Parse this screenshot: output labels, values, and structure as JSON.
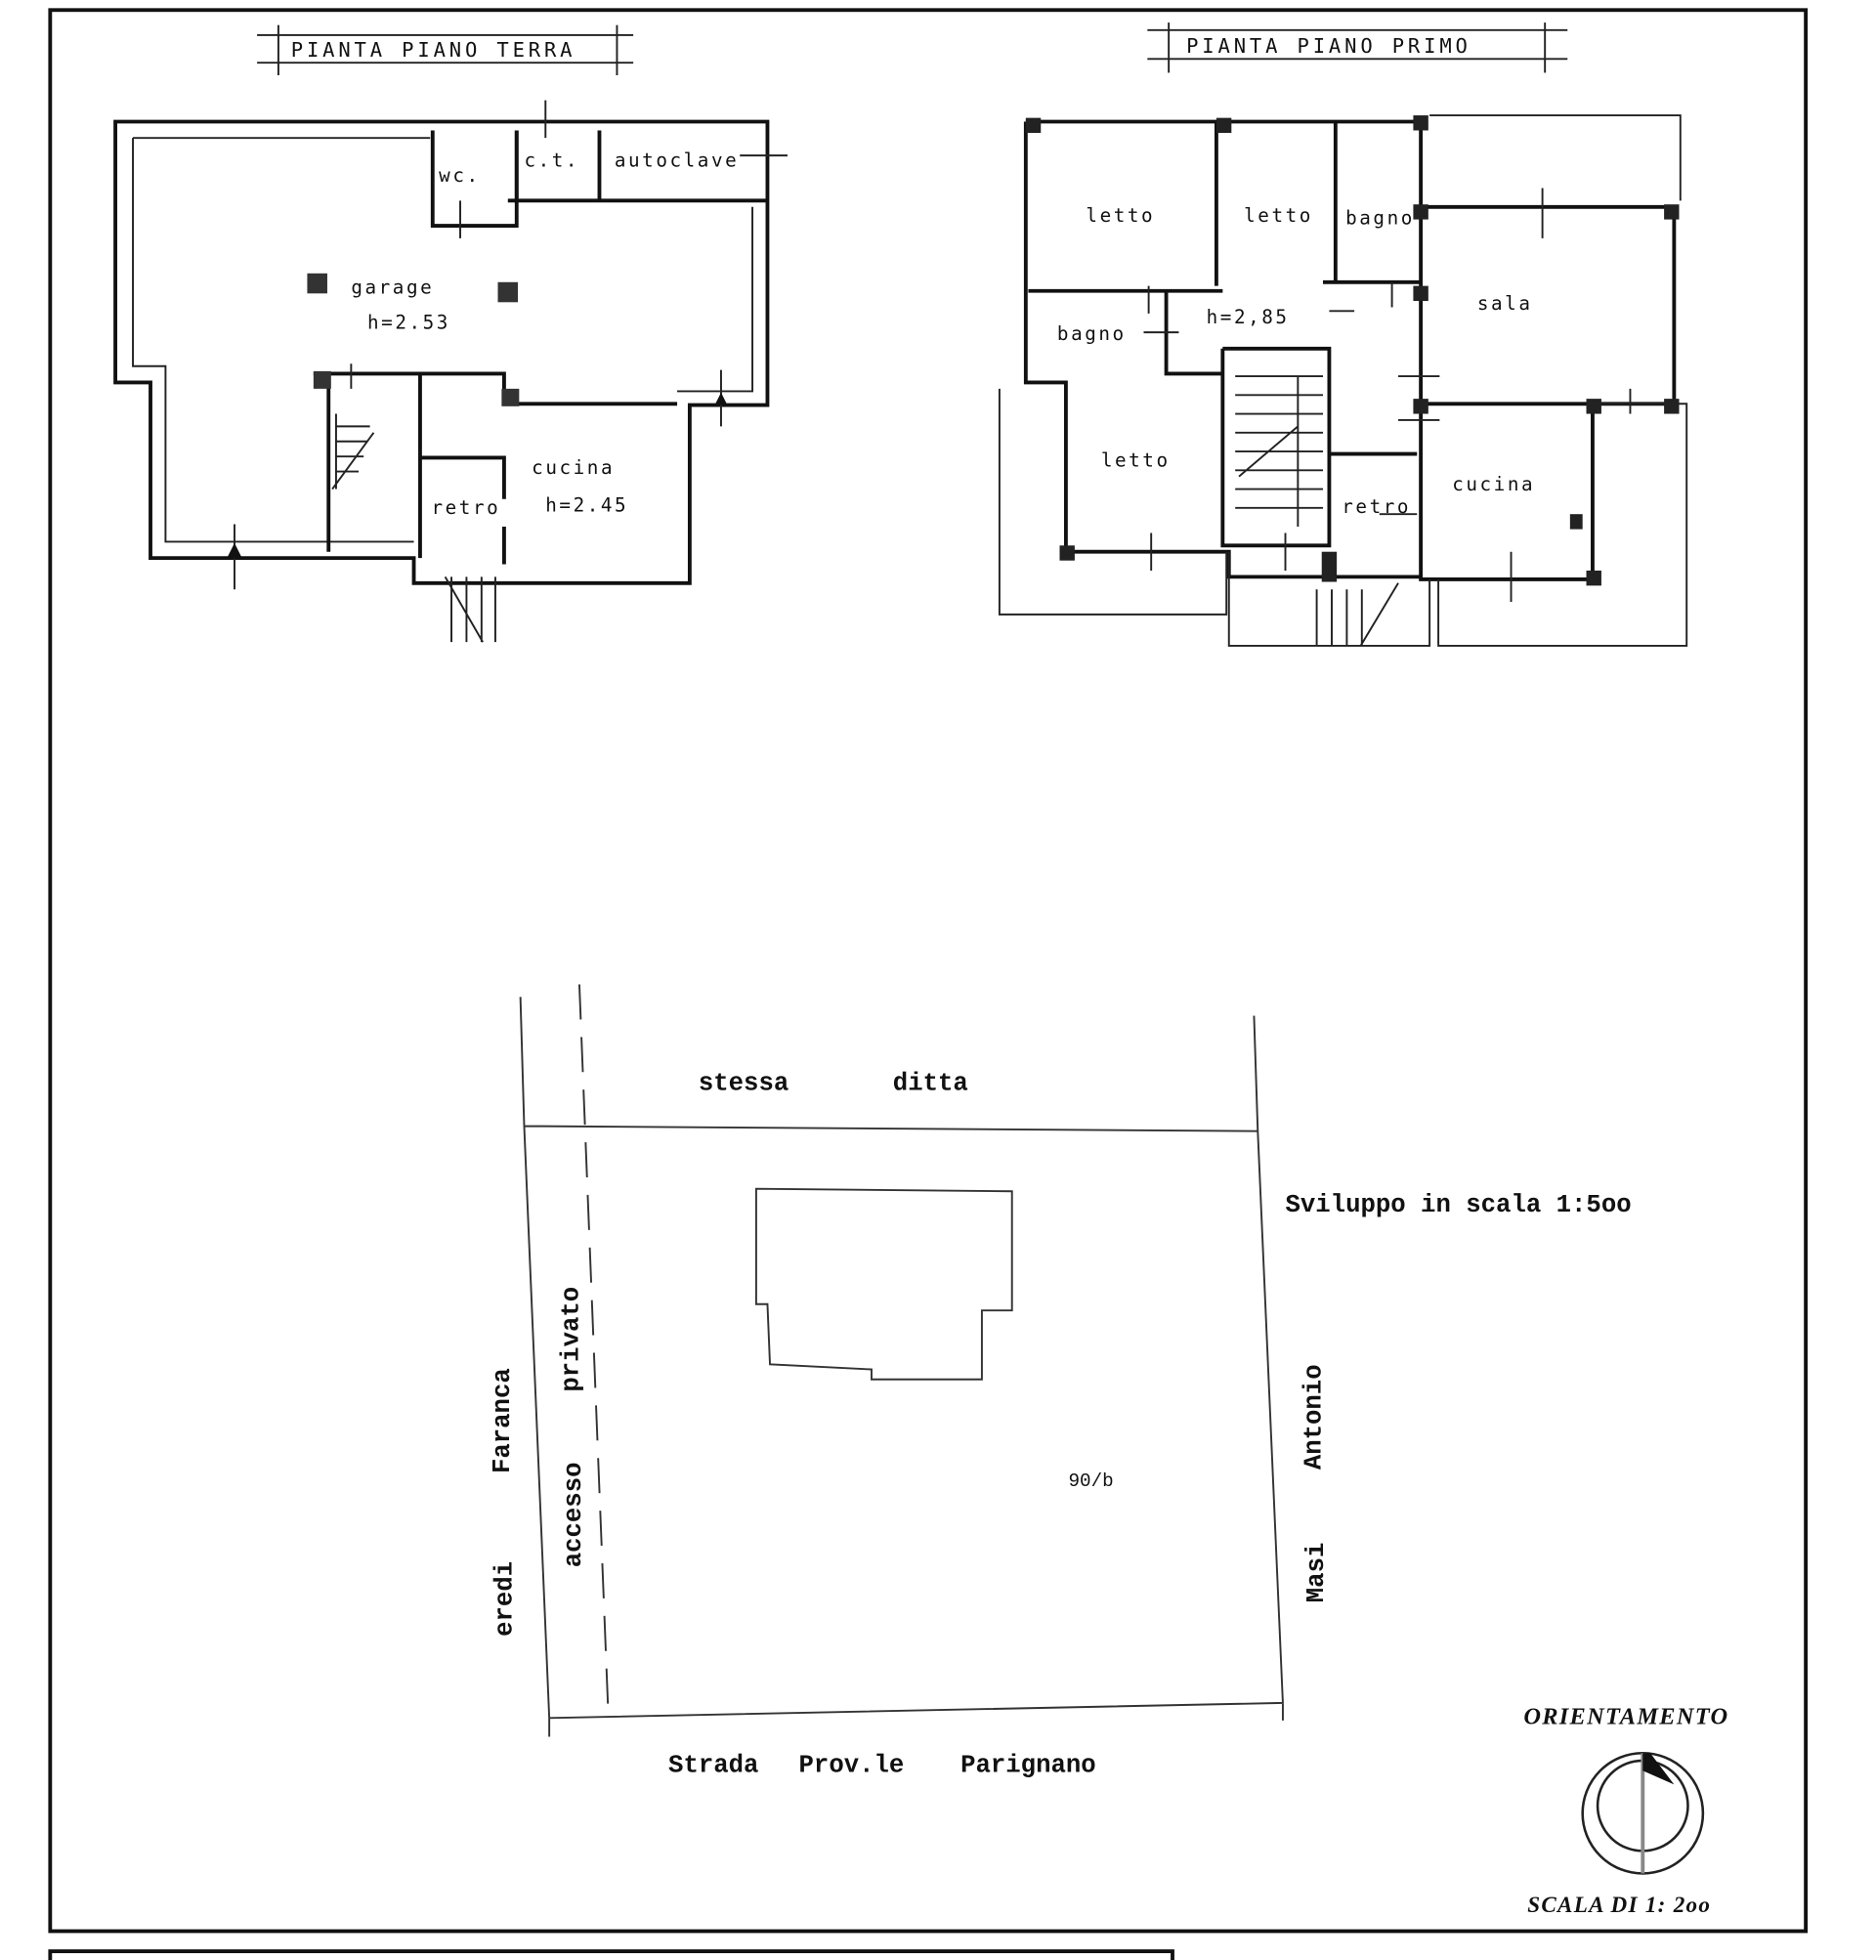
{
  "ground_floor": {
    "title": "PIANTA PIANO TERRA",
    "rooms": {
      "wc": "wc.",
      "ct": "c.t.",
      "autoclave": "autoclave",
      "garage": "garage",
      "garage_height": "h=2.53",
      "cucina": "cucina",
      "cucina_height": "h=2.45",
      "retro": "retro"
    }
  },
  "first_floor": {
    "title": "PIANTA PIANO PRIMO",
    "rooms": {
      "letto1": "letto",
      "letto2": "letto",
      "bagno1": "bagno",
      "bagno2": "bagno",
      "height": "h=2,85",
      "sala": "sala",
      "letto3": "letto",
      "retro": "retro",
      "cucina": "cucina"
    }
  },
  "site_plan": {
    "north_neighbor": [
      "stessa",
      "ditta"
    ],
    "scale_note": "Sviluppo in scala 1:5oo",
    "west_labels": [
      "eredi",
      "Faranca"
    ],
    "access_labels": [
      "accesso",
      "privato"
    ],
    "east_labels": [
      "Antonio",
      "Masi"
    ],
    "parcel": "90/b",
    "road": [
      "Strada",
      "Prov.le",
      "Parignano"
    ]
  },
  "orientation": {
    "title": "ORIENTAMENTO",
    "scale": "SCALA DI 1: 2oo"
  }
}
